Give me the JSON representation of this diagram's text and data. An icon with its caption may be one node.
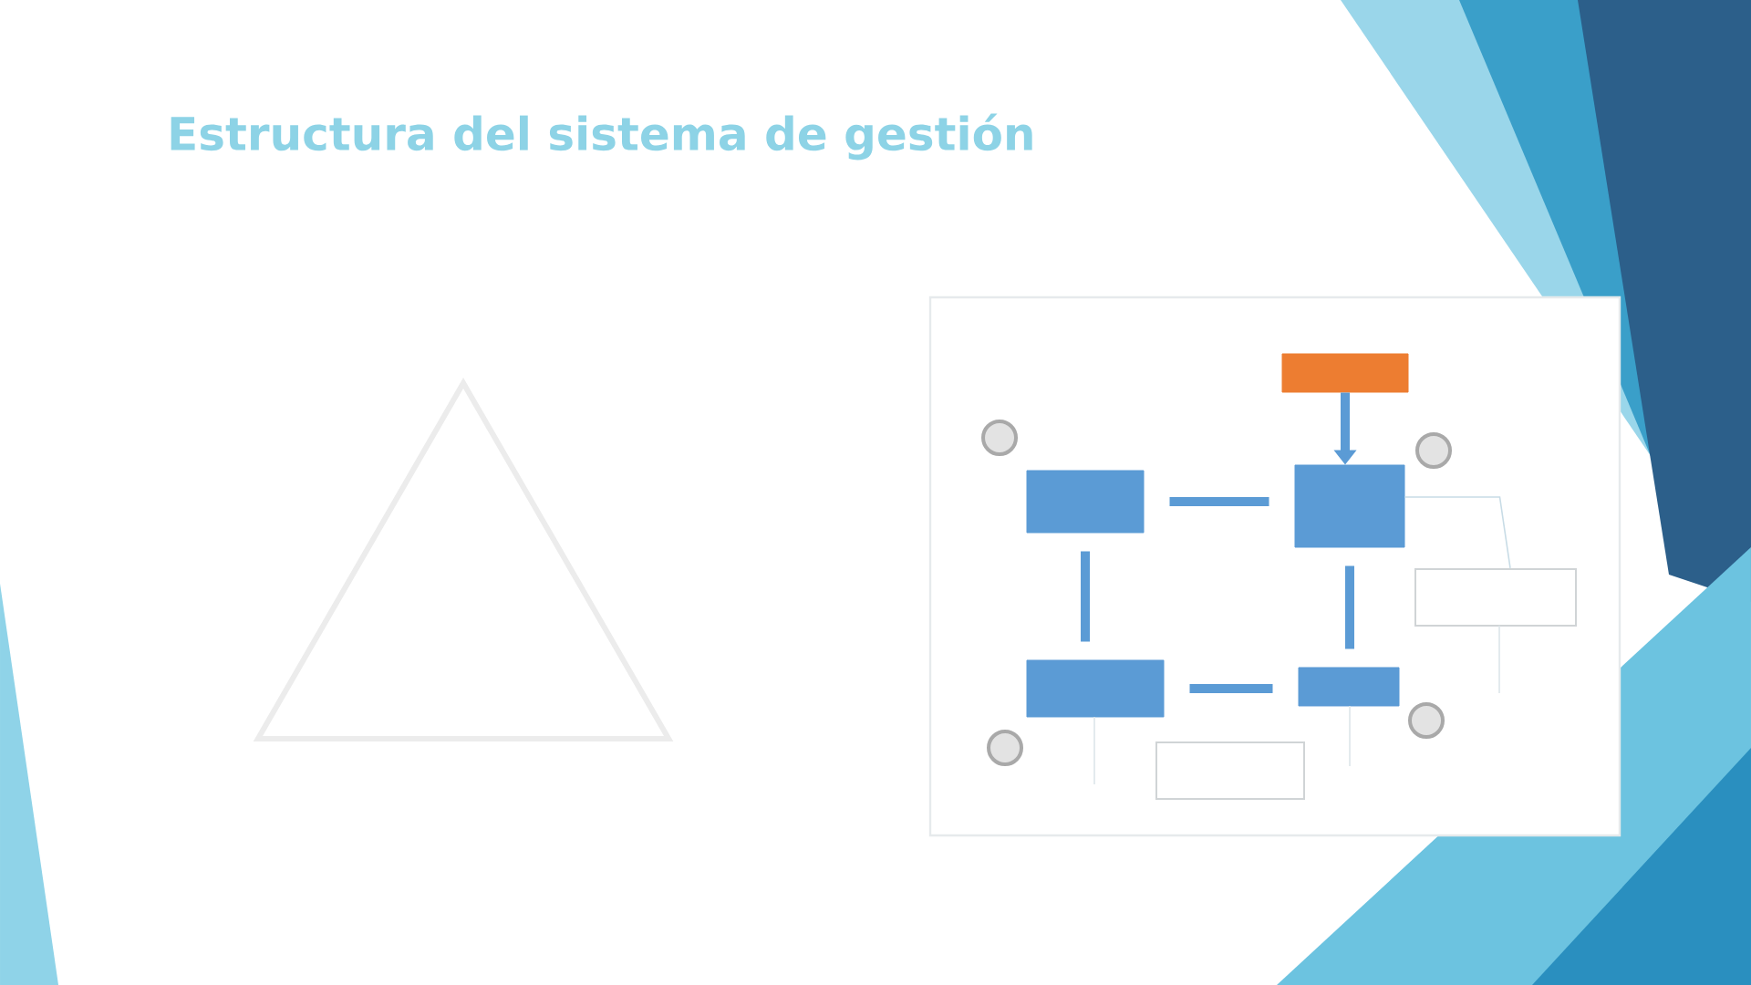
{
  "diagram": {
    "title": "Estructura del sistema de gestión",
    "nodes": [
      {
        "text": [],
        "shape": "box"
      },
      {
        "text": [],
        "shape": "box",
        "in": 0
      },
      {
        "text": [],
        "shape": "circle",
        "in": 0
      },
      {
        "text": [],
        "shape": "box",
        "in": 0
      },
      {
        "text": [],
        "shape": "circle",
        "in": 0
      },
      {
        "text": [],
        "shape": "box",
        "in": 0
      },
      {
        "text": [],
        "shape": "box",
        "in": 0
      },
      {
        "text": [],
        "shape": "box",
        "in": 0
      },
      {
        "text": [],
        "shape": "box",
        "in": 0
      },
      {
        "text": [],
        "shape": "circle",
        "in": 0
      },
      {
        "text": [],
        "shape": "circle",
        "in": 0
      },
      {
        "text": [],
        "shape": "box",
        "in": 0
      },
      {
        "text": [],
        "shape": "triangle"
      }
    ],
    "edges": [
      {
        "from": 1,
        "to": 5,
        "arrow": "to"
      },
      {
        "from": 3,
        "to": 5,
        "arrow": "none"
      },
      {
        "from": 3,
        "to": 7,
        "arrow": "none"
      },
      {
        "from": 5,
        "to": 8,
        "arrow": "none"
      },
      {
        "from": 7,
        "to": 8,
        "arrow": "none"
      },
      {
        "from": 5,
        "to": 6,
        "arrow": "none",
        "color": "#c8dce6"
      }
    ]
  }
}
